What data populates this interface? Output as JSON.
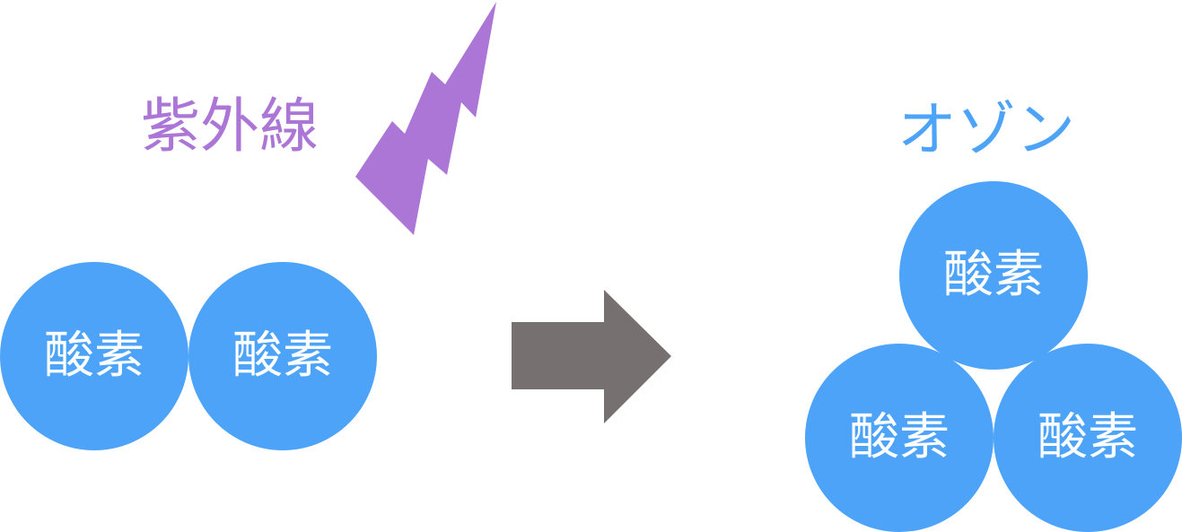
{
  "colors": {
    "uv": "#ab76d6",
    "oxygen": "#4da3f8",
    "arrow": "#767170",
    "atom_text": "#ffffff"
  },
  "reactant": {
    "label": "紫外線",
    "icon": "lightning-bolt-icon",
    "atoms": [
      {
        "label": "酸素"
      },
      {
        "label": "酸素"
      }
    ]
  },
  "arrow": {
    "icon": "right-arrow-icon"
  },
  "product": {
    "label": "オゾン",
    "atoms": [
      {
        "label": "酸素"
      },
      {
        "label": "酸素"
      },
      {
        "label": "酸素"
      }
    ]
  }
}
